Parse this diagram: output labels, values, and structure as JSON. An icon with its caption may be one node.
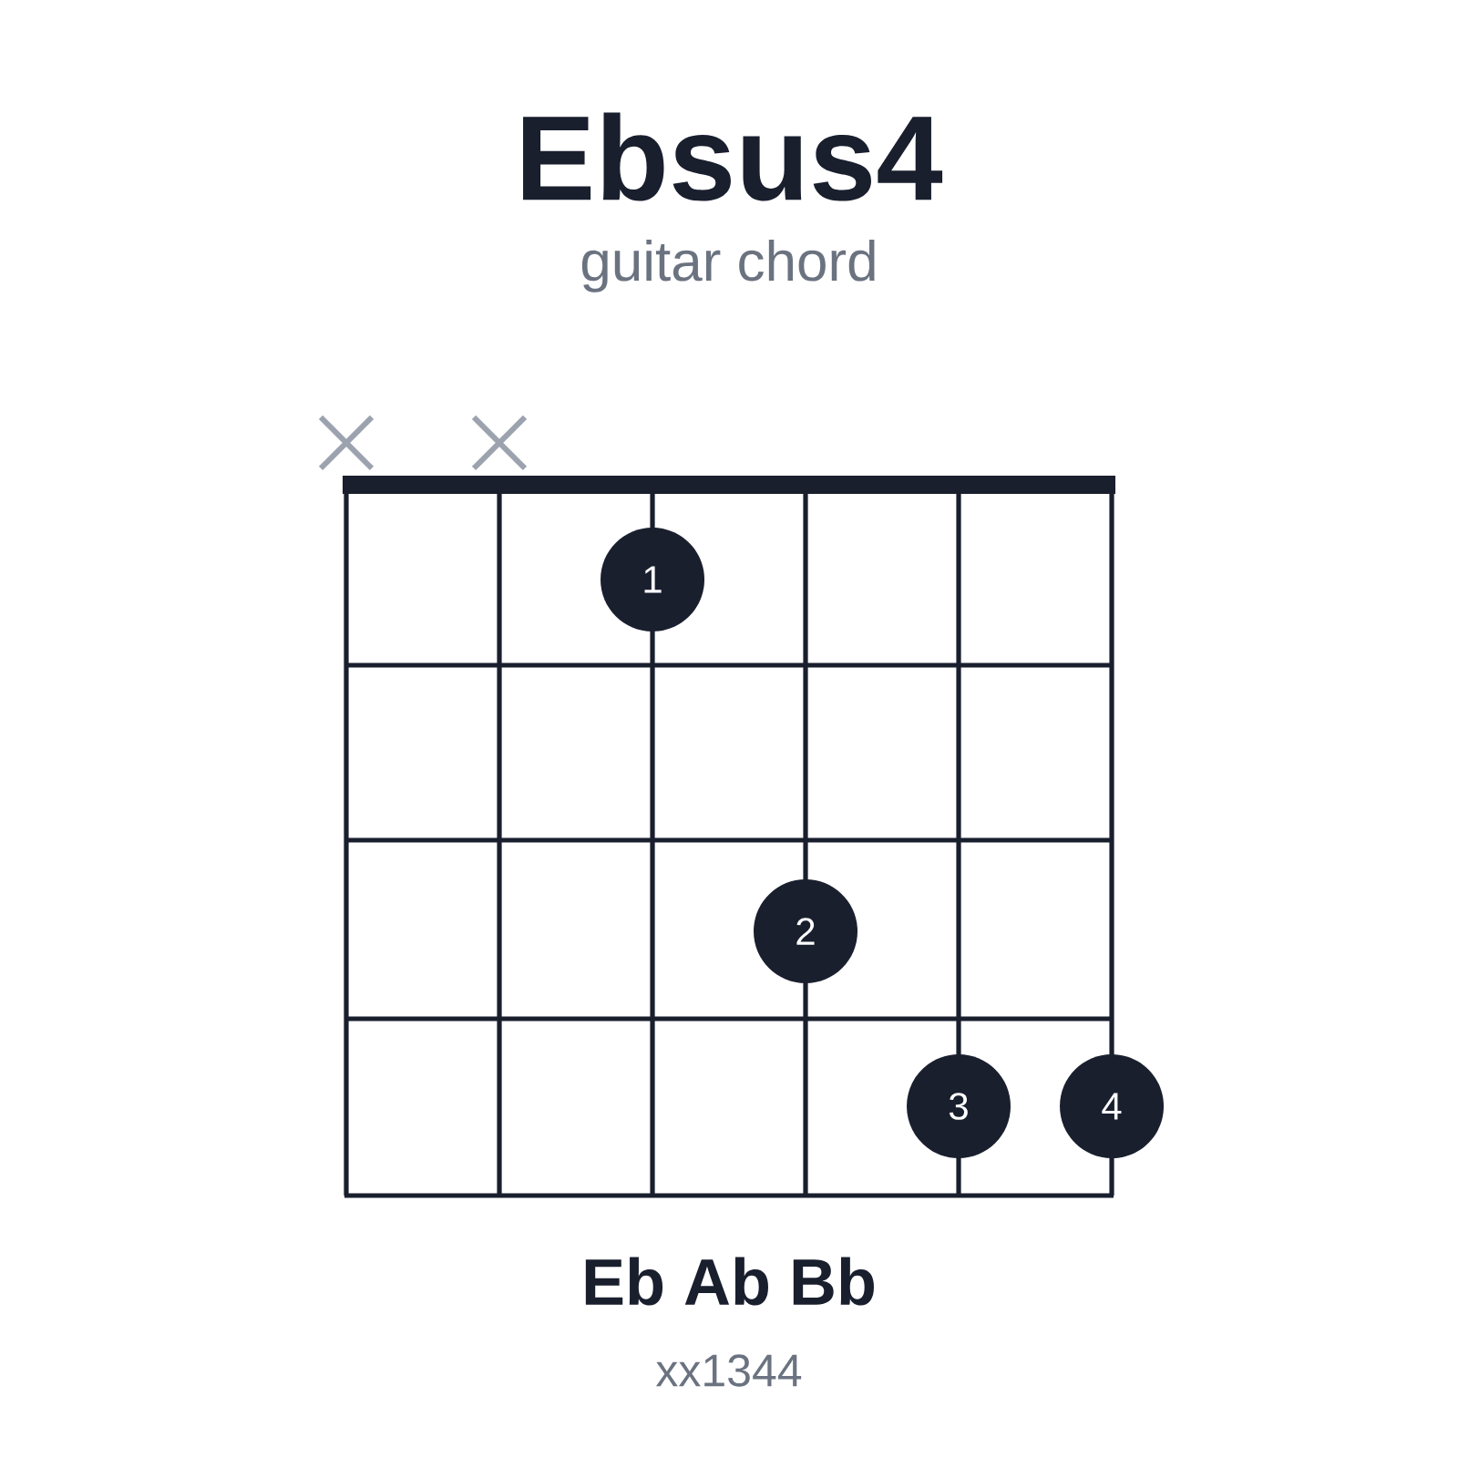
{
  "diagram": {
    "title": "Ebsus4",
    "nodes": [
      {
        "text": [
          "1"
        ]
      },
      {
        "text": [
          "2"
        ]
      },
      {
        "text": [
          "3"
        ]
      },
      {
        "text": [
          "4"
        ]
      }
    ],
    "labels": [
      "guitar chord",
      "Eb Ab Bb",
      "xx1344"
    ]
  }
}
